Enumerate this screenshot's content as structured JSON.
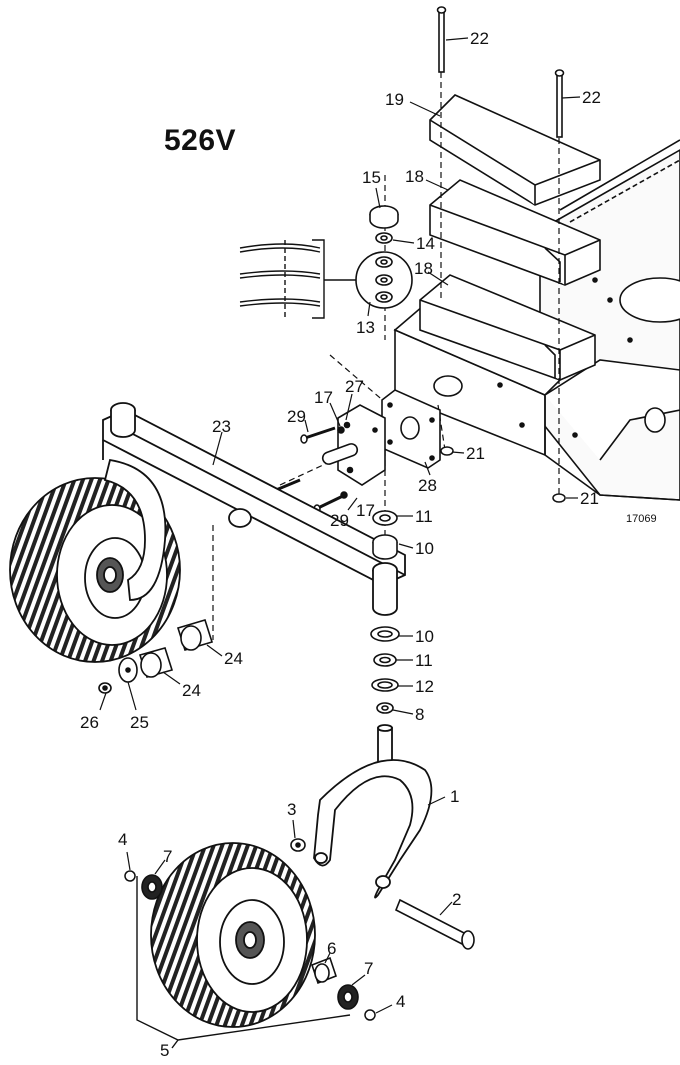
{
  "diagram": {
    "model": "526V",
    "drawing_number": "17069",
    "callouts": {
      "c1": "1",
      "c2": "2",
      "c3": "3",
      "c4a": "4",
      "c4b": "4",
      "c5": "5",
      "c6": "6",
      "c7a": "7",
      "c7b": "7",
      "c8": "8",
      "c10a": "10",
      "c10b": "10",
      "c11a": "11",
      "c11b": "11",
      "c12": "12",
      "c13": "13",
      "c14": "14",
      "c15": "15",
      "c17a": "17",
      "c17b": "17",
      "c18a": "18",
      "c18b": "18",
      "c19": "19",
      "c21a": "21",
      "c21b": "21",
      "c22a": "22",
      "c22b": "22",
      "c23": "23",
      "c24a": "24",
      "c24b": "24",
      "c25": "25",
      "c26": "26",
      "c27": "27",
      "c28": "28",
      "c29a": "29",
      "c29b": "29"
    }
  }
}
